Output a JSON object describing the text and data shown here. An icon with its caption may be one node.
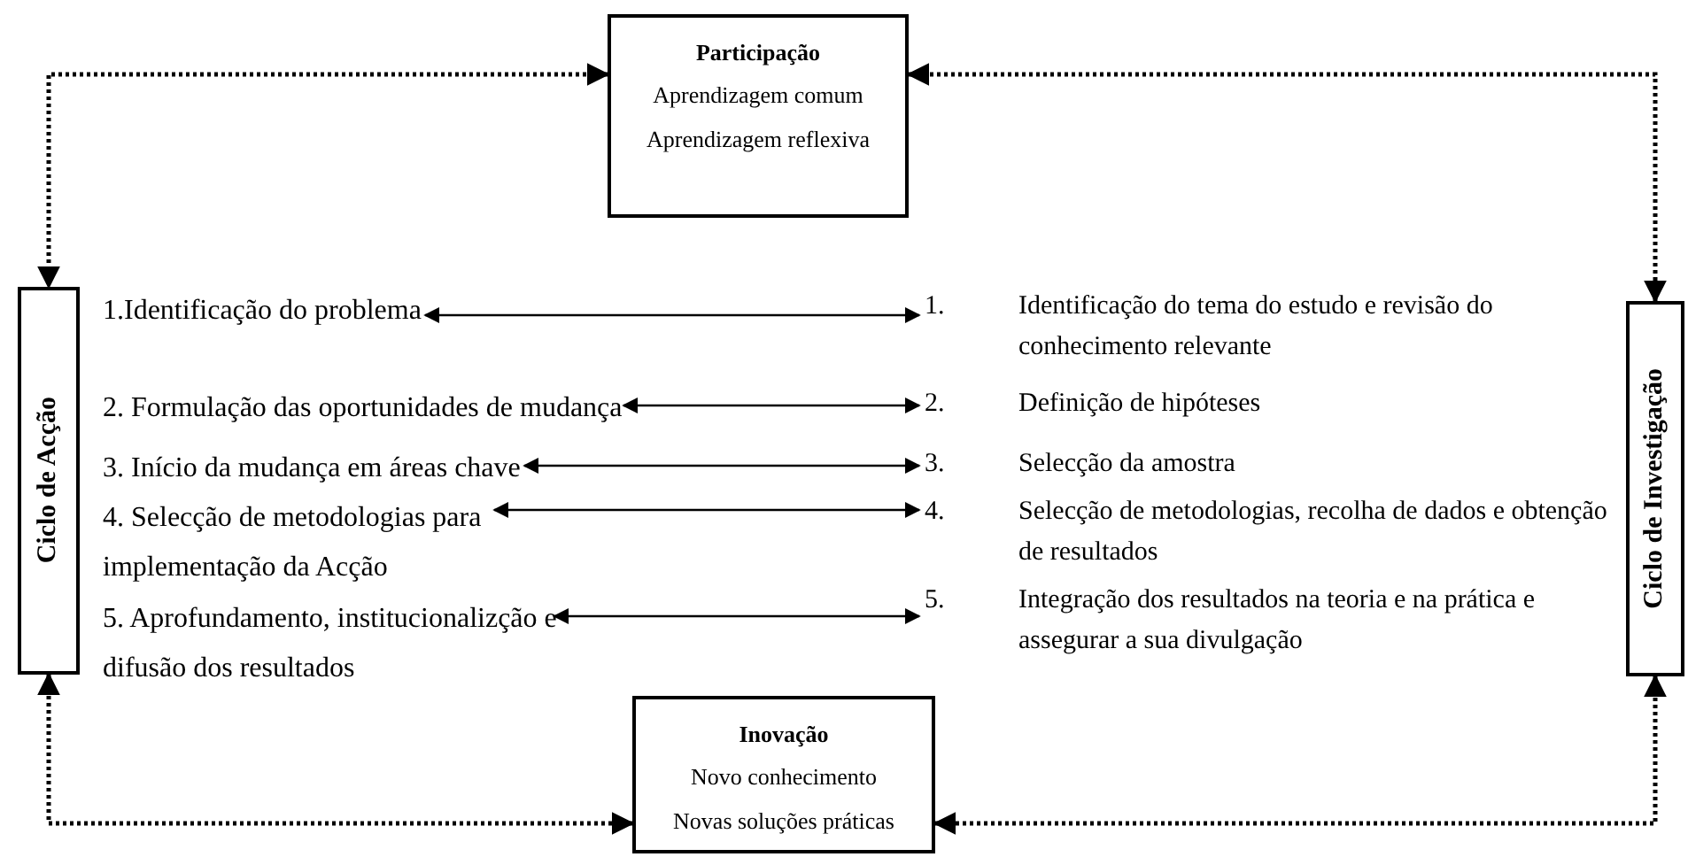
{
  "diagram": {
    "nodes": [
      {
        "text": [
          "Participação",
          "Aprendizagem comum",
          "Aprendizagem reflexiva"
        ]
      },
      {
        "text": [
          "Ciclo de Acção"
        ]
      },
      {
        "text": [
          "Ciclo de Investigação"
        ]
      },
      {
        "text": [
          "Inovação",
          "Novo conhecimento",
          "Novas soluções práticas"
        ]
      },
      {
        "text": [
          "1.Identificação do problema"
        ]
      },
      {
        "text": [
          "2. Formulação das oportunidades de mudança"
        ]
      },
      {
        "text": [
          "3. Início da mudança em áreas chave"
        ]
      },
      {
        "text": [
          "4. Selecção de metodologias para implementação da Acção"
        ]
      },
      {
        "text": [
          "5. Aprofundamento, institucionalizção e difusão dos resultados"
        ]
      },
      {
        "text": [
          "1.",
          "Identificação do tema do estudo e revisão do conhecimento relevante"
        ]
      },
      {
        "text": [
          "2.",
          "Definição de hipóteses"
        ]
      },
      {
        "text": [
          "3.",
          "Selecção da amostra"
        ]
      },
      {
        "text": [
          "4.",
          "Selecção de metodologias, recolha de dados e obtenção de  resultados"
        ]
      },
      {
        "text": [
          "5.",
          "Integração dos resultados na teoria e na prática e assegurar a sua divulgação"
        ]
      }
    ],
    "edges": [
      {
        "from": 0,
        "to": 1,
        "arrow": "both",
        "style": "dashed"
      },
      {
        "from": 0,
        "to": 2,
        "arrow": "both",
        "style": "dashed"
      },
      {
        "from": 1,
        "to": 3,
        "arrow": "both",
        "style": "dashed"
      },
      {
        "from": 2,
        "to": 3,
        "arrow": "both",
        "style": "dashed"
      },
      {
        "from": 4,
        "to": 9,
        "arrow": "both"
      },
      {
        "from": 5,
        "to": 10,
        "arrow": "both"
      },
      {
        "from": 6,
        "to": 11,
        "arrow": "both"
      },
      {
        "from": 7,
        "to": 12,
        "arrow": "both"
      },
      {
        "from": 8,
        "to": 13,
        "arrow": "both"
      }
    ]
  }
}
